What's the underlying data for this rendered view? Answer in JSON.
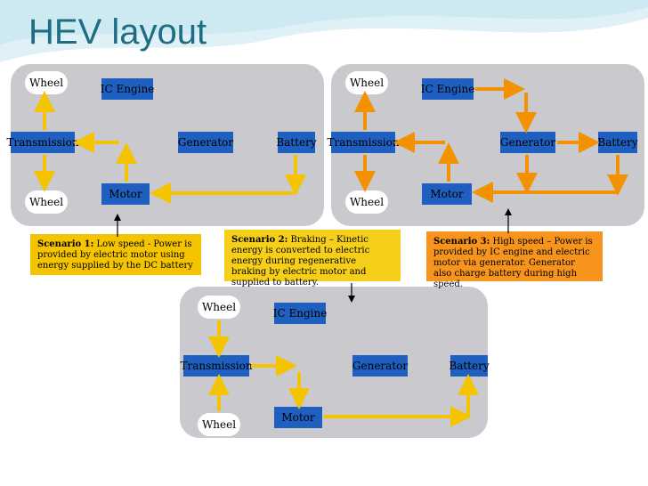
{
  "title": "HEV layout",
  "colors": {
    "panel": "#c9c9ce",
    "box": "#1f5fbf",
    "yellow": "#f5c400",
    "orange": "#f39200",
    "note1": "#f5c400",
    "note2": "#f5cf1a",
    "note3": "#f7941d",
    "title": "#1f6d84"
  },
  "panel1": {
    "wheel_top": "Wheel",
    "ic_engine": "IC Engine",
    "transmission": "Transmission",
    "generator": "Generator",
    "battery": "Battery",
    "wheel_bottom": "Wheel",
    "motor": "Motor"
  },
  "panel2": {
    "wheel_top": "Wheel",
    "ic_engine": "IC Engine",
    "transmission": "Transmission",
    "generator": "Generator",
    "battery": "Battery",
    "wheel_bottom": "Wheel",
    "motor": "Motor"
  },
  "panel3": {
    "wheel_top": "Wheel",
    "ic_engine": "IC Engine",
    "transmission": "Transmission",
    "generator": "Generator",
    "battery": "Battery",
    "wheel_bottom": "Wheel",
    "motor": "Motor"
  },
  "scenario1": {
    "label": "Scenario 1:",
    "text": " Low speed - Power is provided by electric motor using energy supplied by the DC battery"
  },
  "scenario2": {
    "label": "Scenario 2:",
    "text": " Braking – Kinetic energy is converted to electric energy during regenerative braking by electric motor and supplied to battery."
  },
  "scenario3": {
    "label": "Scenario 3:",
    "text": " High speed – Power is provided by IC engine and electric motor via generator. Generator also charge battery during high speed."
  }
}
